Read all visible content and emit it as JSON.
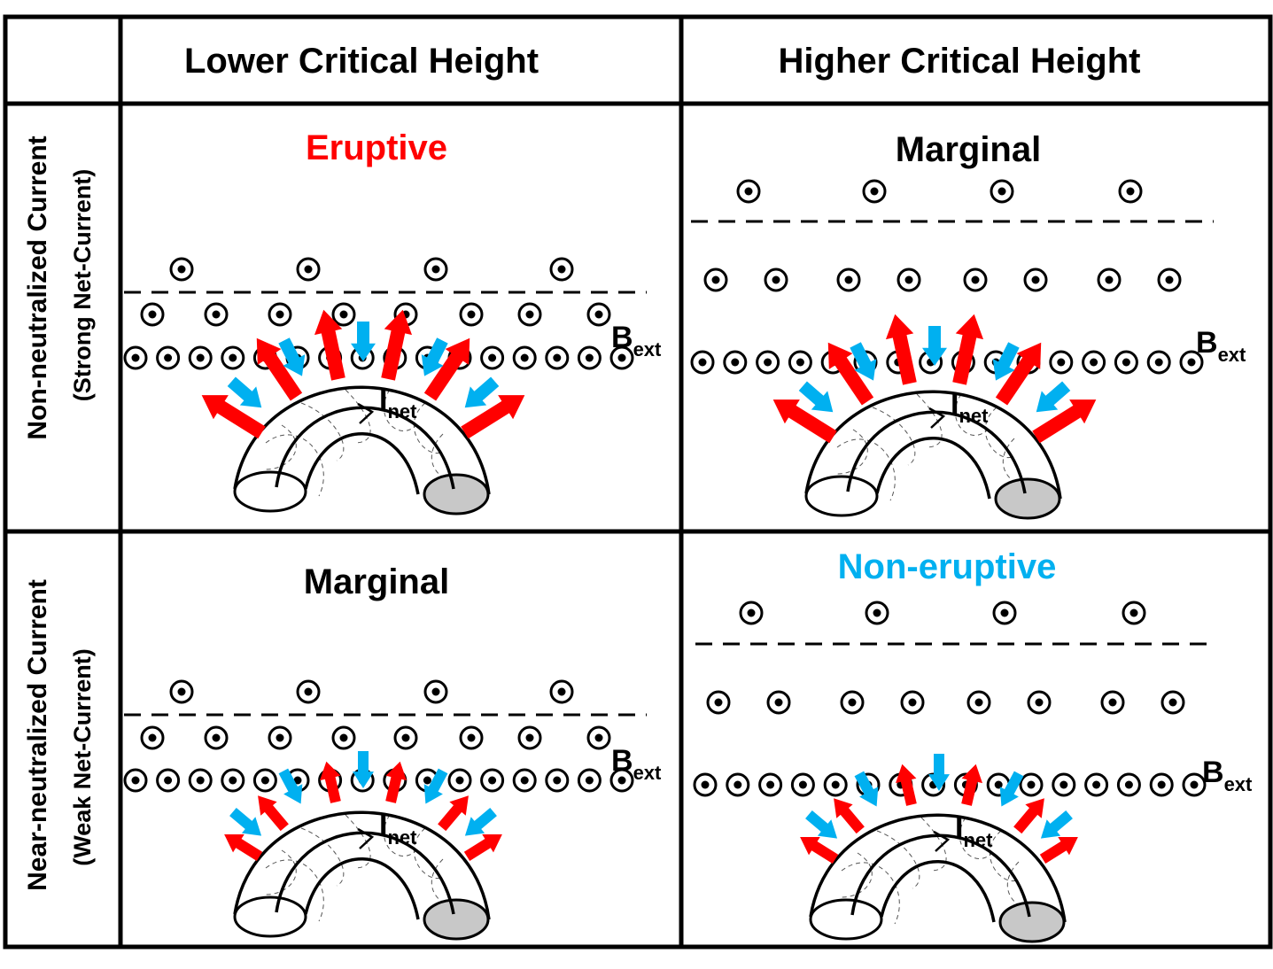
{
  "header": {
    "col1": "Lower Critical Height",
    "col2": "Higher Critical Height"
  },
  "rows": [
    {
      "label": "Non-neutralized Current",
      "sublabel": "(Strong Net-Current)"
    },
    {
      "label": "Near-neutralized Current",
      "sublabel": "(Weak Net-Current)"
    }
  ],
  "panels": [
    {
      "title": "Eruptive",
      "title_color": "#ff0000",
      "current": "strong",
      "critical_height": "lower"
    },
    {
      "title": "Marginal",
      "title_color": "#000000",
      "current": "strong",
      "critical_height": "higher"
    },
    {
      "title": "Marginal",
      "title_color": "#000000",
      "current": "weak",
      "critical_height": "lower"
    },
    {
      "title": "Non-eruptive",
      "title_color": "#00b0f0",
      "current": "weak",
      "critical_height": "higher"
    }
  ],
  "labels": {
    "bfield": "B",
    "bfield_sub": "ext",
    "current": "I",
    "current_sub": "net"
  },
  "colors": {
    "outward_arrow": "#ff0000",
    "inward_arrow": "#00b0f0",
    "footpoint_shaded": "#c8c8c8"
  }
}
